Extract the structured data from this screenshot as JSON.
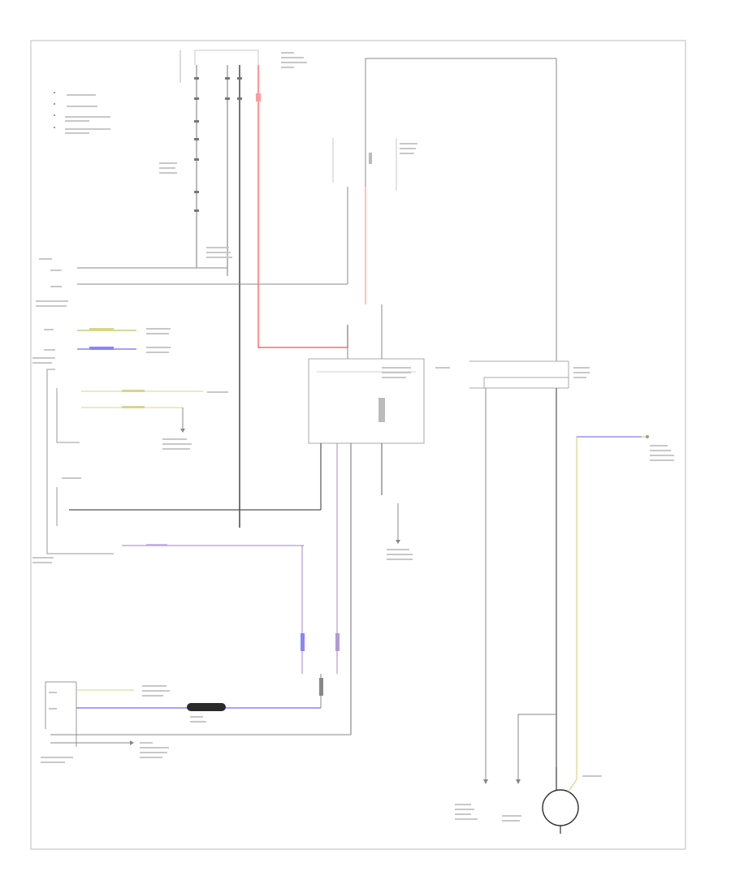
{
  "footer_code": "",
  "colors": {
    "background": "#ffffff",
    "border": "#bdbdbd",
    "black_wire": "#3a3a3a",
    "grey_wire": "#b0b0b0",
    "red_wire": "#ff6a6a",
    "blue_wire": "#8a84ff",
    "violet_wire": "#b39ad6",
    "yellow_wire": "#d7d58a",
    "green_wire": "#b9d27a"
  },
  "components": [
    "relay-list",
    "dash-fuse-junction-box",
    "engine-fuse-junction-box",
    "power-supply-distribution-module",
    "combination-switch",
    "battery-monitoring-sensor",
    "starter-relay-block",
    "powertrain-control-module",
    "fuse-block",
    "transmission-range-sensor",
    "clutch-pedal-position-switch",
    "battery-monitoring-system-module",
    "ground-splice",
    "starter-motor",
    "remote-starter-relay"
  ]
}
